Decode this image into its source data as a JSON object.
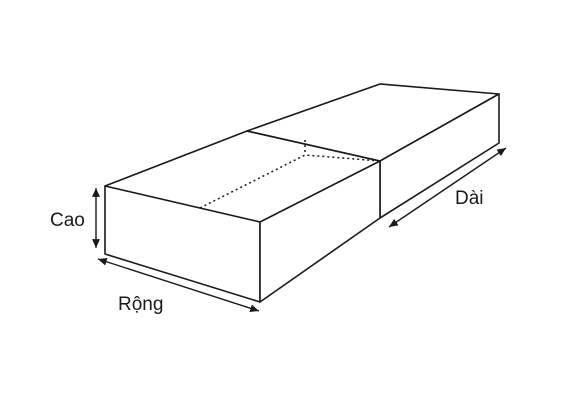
{
  "labels": {
    "height": "Cao",
    "width": "Rộng",
    "length": "Dài"
  },
  "colors": {
    "stroke": "#1a1a1a",
    "background": "#ffffff"
  }
}
